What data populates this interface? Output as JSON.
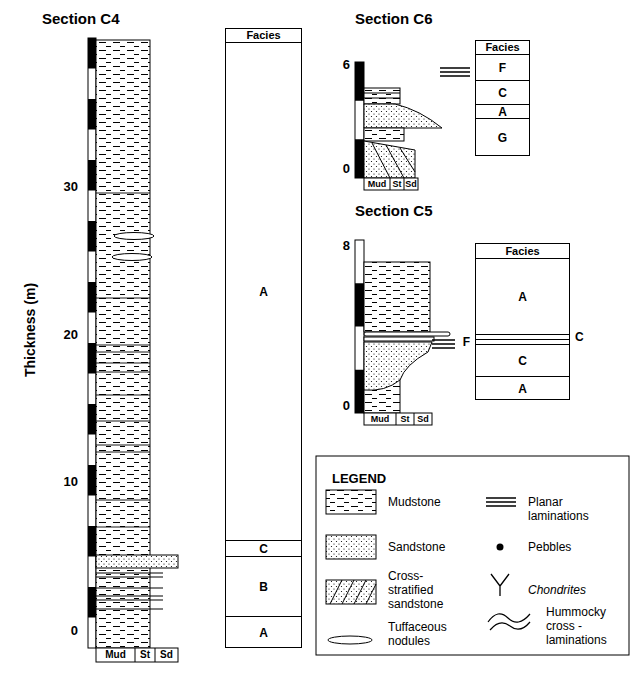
{
  "diagram": {
    "nodes": [
      {
        "text": [
          "Facies"
        ]
      },
      {
        "text": [
          "A"
        ],
        "in": 0
      },
      {
        "text": [
          "C"
        ],
        "in": 0
      },
      {
        "text": [
          "B"
        ],
        "in": 0
      },
      {
        "text": [
          "A"
        ],
        "in": 0
      },
      {
        "text": [
          "Facies"
        ]
      },
      {
        "text": [
          "F"
        ],
        "in": 5
      },
      {
        "text": [
          "C"
        ],
        "in": 5
      },
      {
        "text": [
          "A"
        ],
        "in": 5
      },
      {
        "text": [
          "G"
        ],
        "in": 5
      },
      {
        "text": [
          "Facies"
        ]
      },
      {
        "text": [
          "A"
        ],
        "in": 10
      },
      {
        "text": [
          "C"
        ],
        "in": 10
      },
      {
        "text": [
          "F"
        ],
        "in": 10
      },
      {
        "text": [
          "C"
        ],
        "in": 10
      },
      {
        "text": [
          "A"
        ],
        "in": 10
      }
    ],
    "labels": [
      "Section C4",
      "Thickness (m)",
      "30",
      "20",
      "10",
      "0",
      "Mud",
      "St",
      "Sd",
      "Section C6",
      "6",
      "0",
      "Mud",
      "St",
      "Sd",
      "Section C5",
      "8",
      "0",
      "Mud",
      "St",
      "Sd",
      "LEGEND"
    ],
    "legend": [
      {
        "text": "Mudstone"
      },
      {
        "text": "Sandstone"
      },
      {
        "text": "Cross-stratified sandstone"
      },
      {
        "text": "Tuffaceous nodules"
      },
      {
        "text": "Planar laminations"
      },
      {
        "text": "Pebbles"
      },
      {
        "text": "Chondrites"
      },
      {
        "text": "Hummocky cross - laminations"
      }
    ]
  }
}
